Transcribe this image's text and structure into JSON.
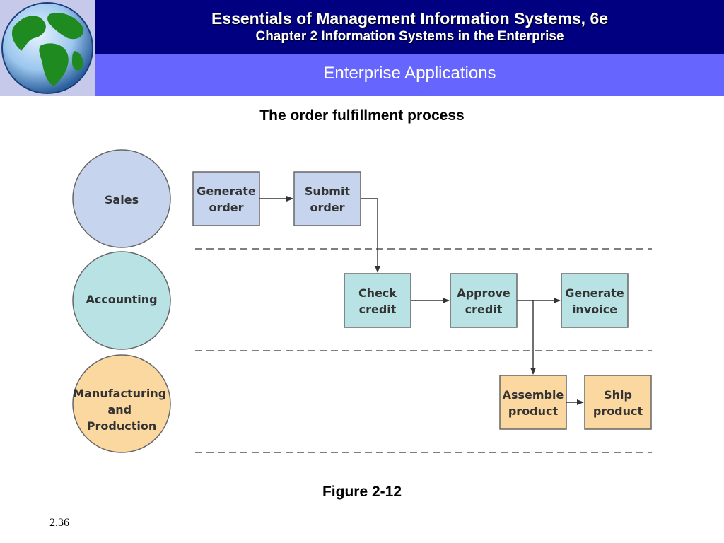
{
  "header": {
    "title": "Essentials of Management Information Systems, 6e",
    "subtitle": "Chapter 2 Information Systems in the Enterprise",
    "section": "Enterprise Applications"
  },
  "diagram": {
    "title": "The order fulfillment process",
    "lanes": [
      {
        "label": "Sales",
        "color": "#c6d4ee"
      },
      {
        "label": "Accounting",
        "color": "#b9e2e4"
      },
      {
        "label": "Manufacturing and Production",
        "color": "#fbd8a0"
      }
    ],
    "steps": [
      {
        "line1": "Generate",
        "line2": "order"
      },
      {
        "line1": "Submit",
        "line2": "order"
      },
      {
        "line1": "Check",
        "line2": "credit"
      },
      {
        "line1": "Approve",
        "line2": "credit"
      },
      {
        "line1": "Generate",
        "line2": "invoice"
      },
      {
        "line1": "Assemble",
        "line2": "product"
      },
      {
        "line1": "Ship",
        "line2": "product"
      }
    ],
    "lane_label_lines": [
      [
        "Sales"
      ],
      [
        "Accounting"
      ],
      [
        "Manufacturing",
        "and",
        "Production"
      ]
    ]
  },
  "footer": {
    "figure": "Figure 2-12",
    "page": "2.36"
  }
}
